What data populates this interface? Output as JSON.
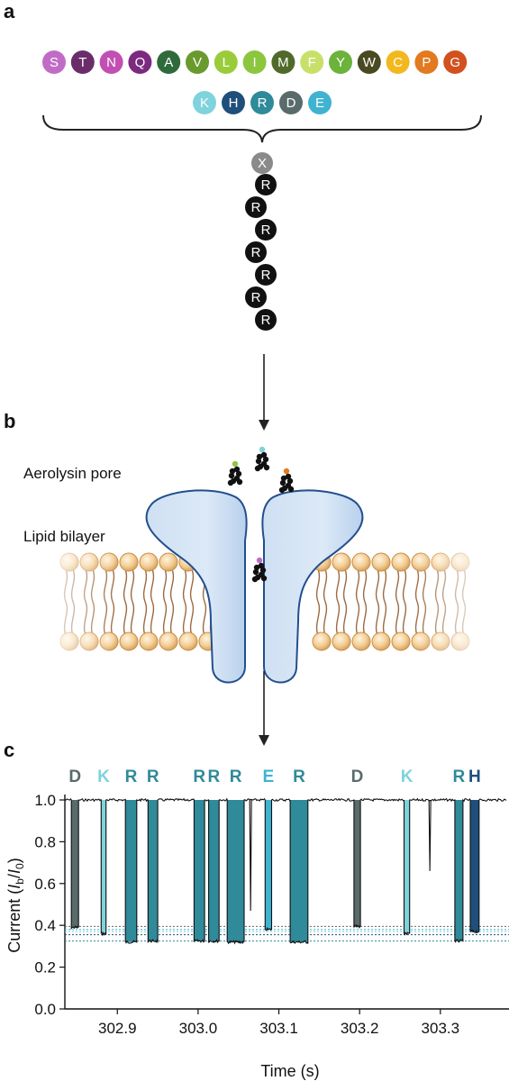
{
  "figure": {
    "panel_a": {
      "label": "a",
      "amino_acids_row1": [
        {
          "letter": "S",
          "color": "#c06cc6"
        },
        {
          "letter": "T",
          "color": "#6a2d6a"
        },
        {
          "letter": "N",
          "color": "#c24fb3"
        },
        {
          "letter": "Q",
          "color": "#7b2a80"
        },
        {
          "letter": "A",
          "color": "#2f6b3a"
        },
        {
          "letter": "V",
          "color": "#6a9a2d"
        },
        {
          "letter": "L",
          "color": "#9acc3a"
        },
        {
          "letter": "I",
          "color": "#8cc63f"
        },
        {
          "letter": "M",
          "color": "#4f6a2a"
        },
        {
          "letter": "F",
          "color": "#c8e06a"
        },
        {
          "letter": "Y",
          "color": "#6bb33a"
        },
        {
          "letter": "W",
          "color": "#4a4a22"
        },
        {
          "letter": "C",
          "color": "#f2b81e"
        },
        {
          "letter": "P",
          "color": "#e37a1f"
        },
        {
          "letter": "G",
          "color": "#d2511f"
        }
      ],
      "amino_acids_row2": [
        {
          "letter": "K",
          "color": "#7fd3dc"
        },
        {
          "letter": "H",
          "color": "#1f4f7a"
        },
        {
          "letter": "R",
          "color": "#2f8a9a"
        },
        {
          "letter": "D",
          "color": "#5a6b6b"
        },
        {
          "letter": "E",
          "color": "#3fb3cf"
        }
      ],
      "peptide_head": {
        "letter": "X",
        "color": "#8a8a8a"
      },
      "peptide_chain": [
        "R",
        "R",
        "R",
        "R",
        "R",
        "R",
        "R"
      ]
    },
    "panel_b": {
      "label": "b",
      "pore_label": "Aerolysin pore",
      "bilayer_label": "Lipid bilayer"
    },
    "panel_c": {
      "label": "c"
    }
  },
  "chart_data": {
    "type": "line",
    "xlabel": "Time (s)",
    "ylabel_main": "Current (",
    "ylabel_ib": "I",
    "ylabel_b_sub": "b",
    "ylabel_slash": "/",
    "ylabel_i0": "I",
    "ylabel_0_sub": "0",
    "ylabel_close": ")",
    "xlim": [
      302.835,
      303.385
    ],
    "ylim": [
      0.0,
      1.0
    ],
    "x_ticks": [
      302.9,
      303.0,
      303.1,
      303.2,
      303.3
    ],
    "x_tick_labels": [
      "302.9",
      "303.0",
      "303.1",
      "303.2",
      "303.3"
    ],
    "y_ticks": [
      0.0,
      0.2,
      0.4,
      0.6,
      0.8,
      1.0
    ],
    "y_tick_labels": [
      "0.0",
      "0.2",
      "0.4",
      "0.6",
      "0.8",
      "1.0"
    ],
    "baseline": 1.0,
    "reference_levels": [
      {
        "residue": "D",
        "value": 0.395,
        "color": "#5a6b6b"
      },
      {
        "residue": "K",
        "value": 0.37,
        "color": "#7fd3dc"
      },
      {
        "residue": "E",
        "value": 0.38,
        "color": "#3fb3cf"
      },
      {
        "residue": "R",
        "value": 0.325,
        "color": "#2f8a9a"
      },
      {
        "residue": "H",
        "value": 0.355,
        "color": "#1f4f7a"
      }
    ],
    "events": [
      {
        "label": "D",
        "start": 302.843,
        "end": 302.852,
        "level": 0.39,
        "color": "#5a6b6b"
      },
      {
        "label": "K",
        "start": 302.88,
        "end": 302.886,
        "level": 0.36,
        "color": "#7fd3dc"
      },
      {
        "label": "R",
        "start": 302.91,
        "end": 302.924,
        "level": 0.32,
        "color": "#2f8a9a"
      },
      {
        "label": "R",
        "start": 302.938,
        "end": 302.95,
        "level": 0.325,
        "color": "#2f8a9a"
      },
      {
        "label": "R",
        "start": 302.995,
        "end": 303.008,
        "level": 0.325,
        "color": "#2f8a9a"
      },
      {
        "label": "R",
        "start": 303.013,
        "end": 303.026,
        "level": 0.325,
        "color": "#2f8a9a"
      },
      {
        "label": "R",
        "start": 303.036,
        "end": 303.057,
        "level": 0.32,
        "color": "#2f8a9a"
      },
      {
        "label": "E",
        "start": 303.083,
        "end": 303.091,
        "level": 0.38,
        "color": "#3fb3cf"
      },
      {
        "label": "R",
        "start": 303.114,
        "end": 303.136,
        "level": 0.32,
        "color": "#2f8a9a"
      },
      {
        "label": "D",
        "start": 303.193,
        "end": 303.201,
        "level": 0.395,
        "color": "#5a6b6b"
      },
      {
        "label": "K",
        "start": 303.255,
        "end": 303.262,
        "level": 0.36,
        "color": "#7fd3dc"
      },
      {
        "label": "R",
        "start": 303.318,
        "end": 303.328,
        "level": 0.325,
        "color": "#2f8a9a"
      },
      {
        "label": "H",
        "start": 303.337,
        "end": 303.348,
        "level": 0.37,
        "color": "#1f4f7a"
      }
    ],
    "spikes": [
      {
        "t": 303.065,
        "level": 0.47
      },
      {
        "t": 303.287,
        "level": 0.66
      }
    ]
  }
}
